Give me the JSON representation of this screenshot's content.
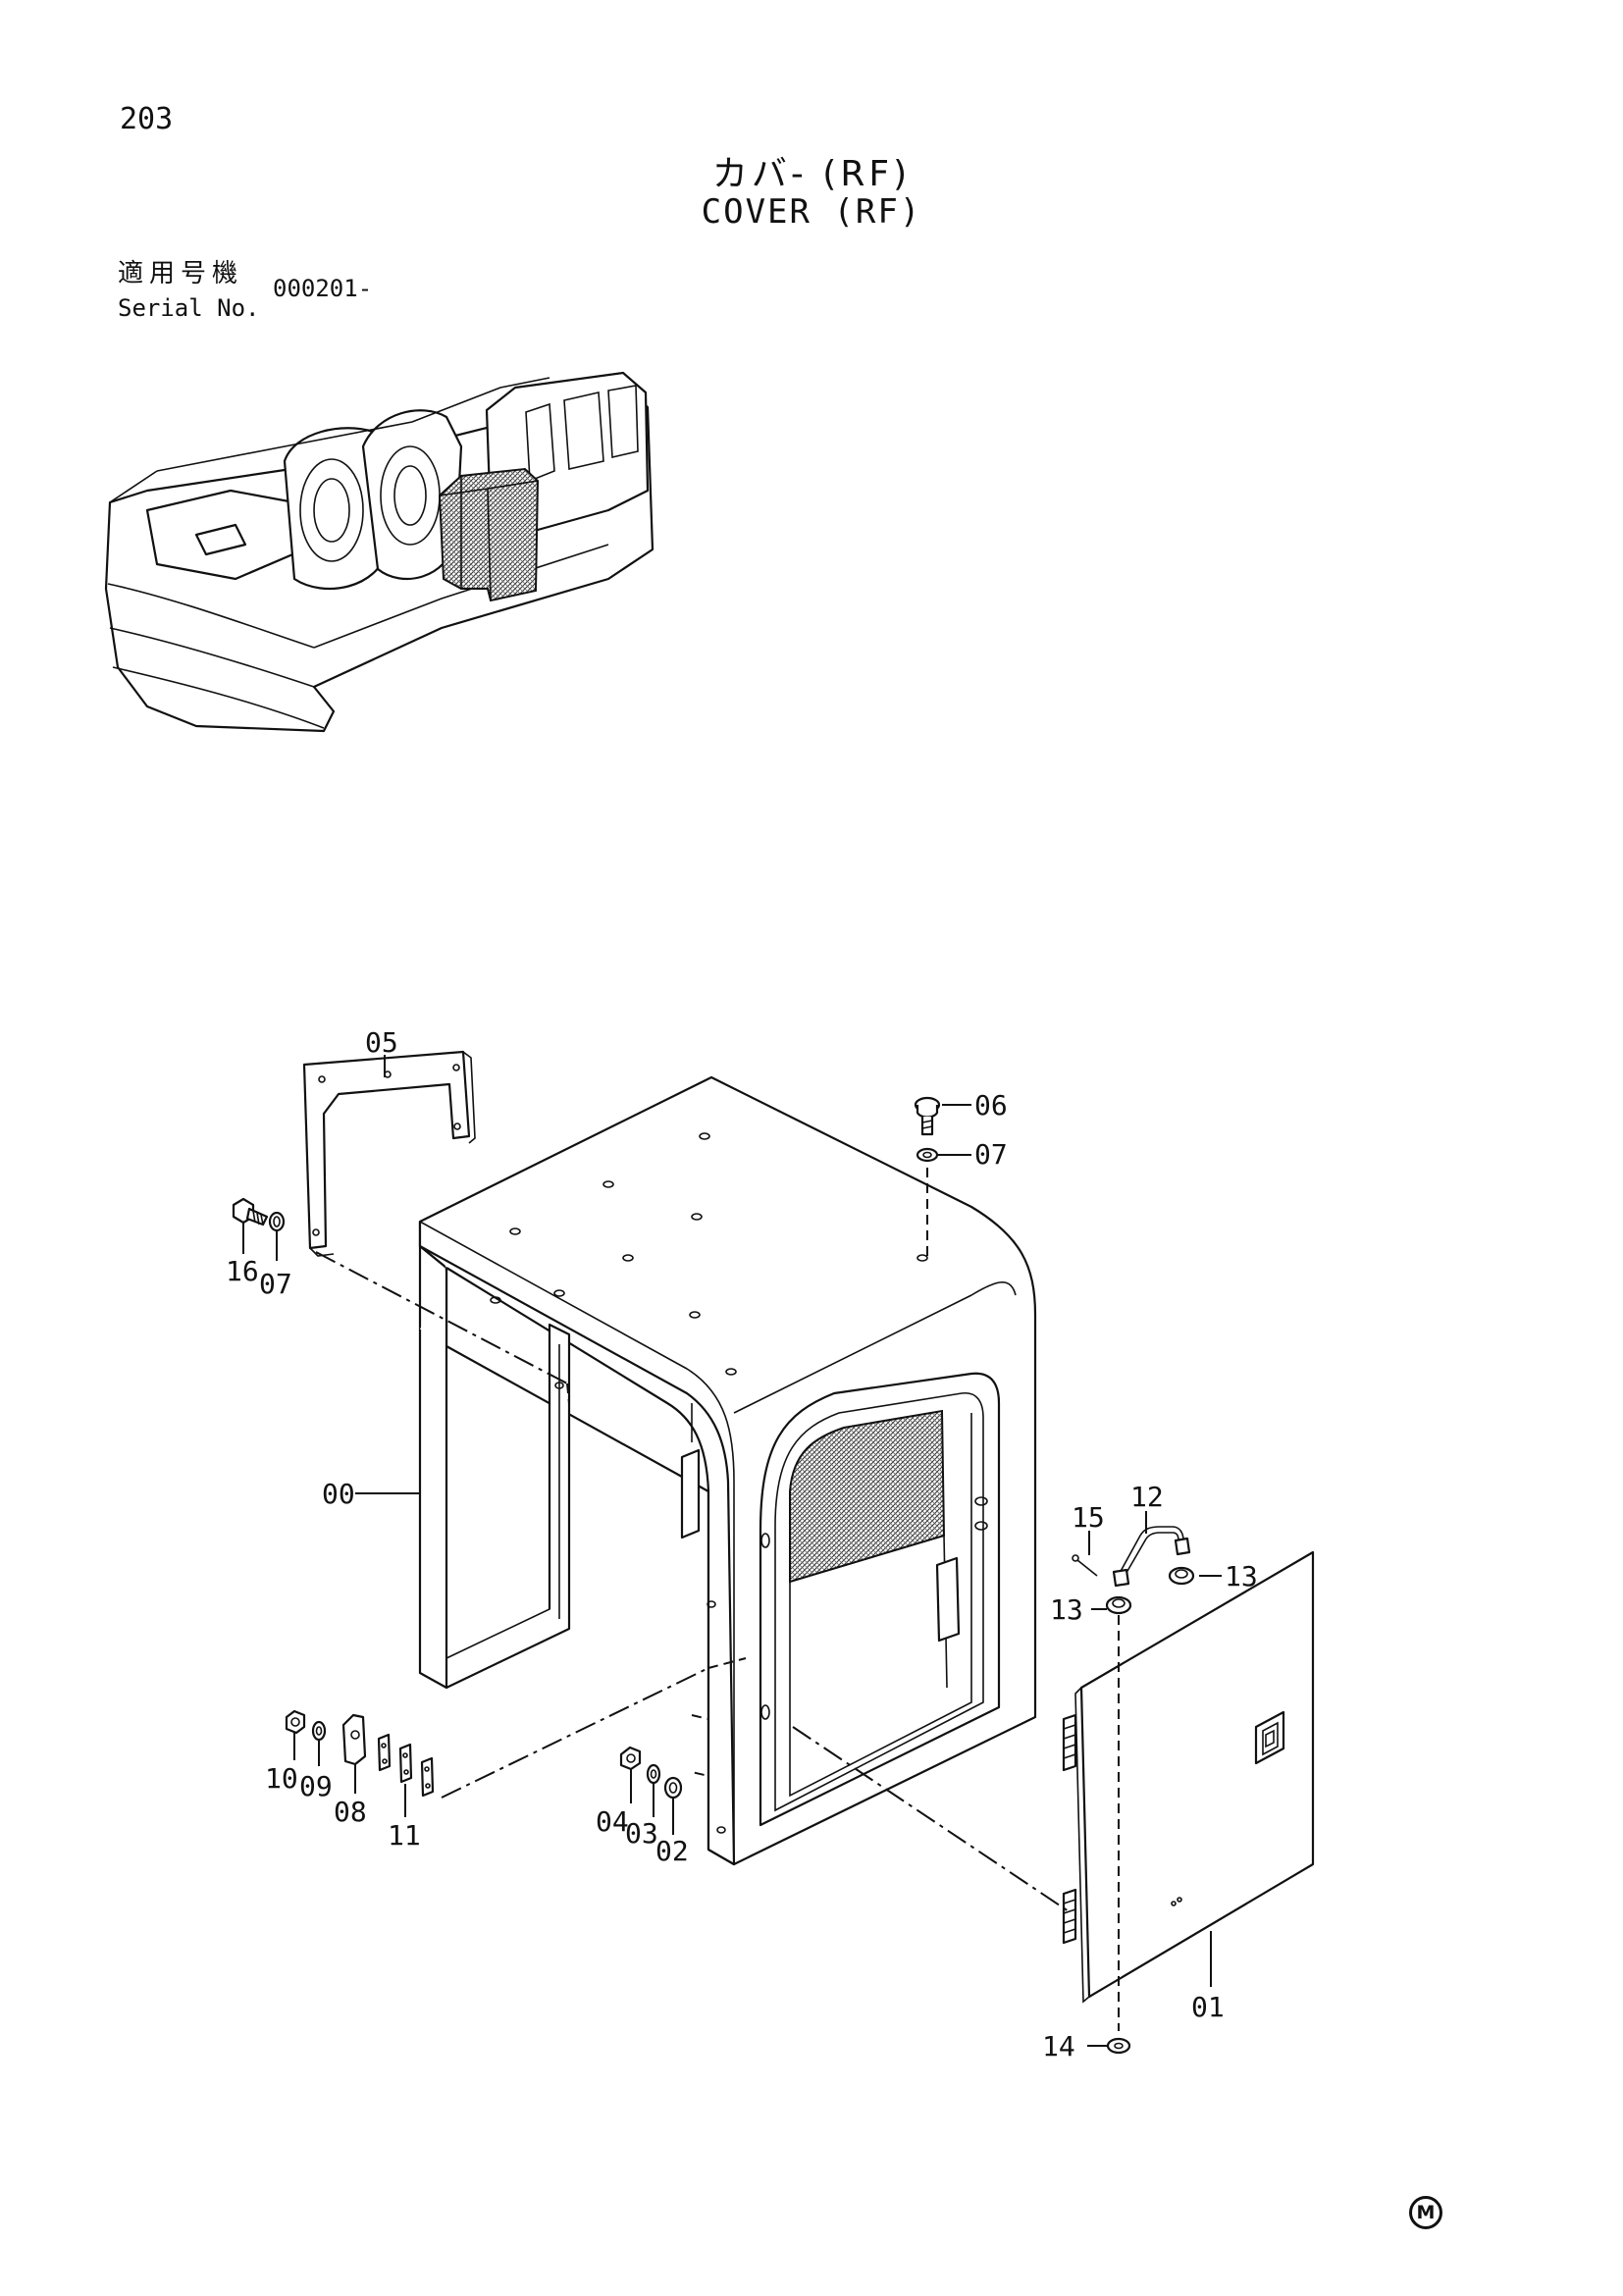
{
  "page_number": "203",
  "title_jp": "カバ- (RF)",
  "title_en": "COVER (RF)",
  "serial": {
    "label_jp": "適用号機",
    "label_en": "Serial No.",
    "value": "000201-"
  },
  "parts": {
    "p00": "00",
    "p01": "01",
    "p02": "02",
    "p03": "03",
    "p04": "04",
    "p05": "05",
    "p06": "06",
    "p07a": "07",
    "p07b": "07",
    "p08": "08",
    "p09": "09",
    "p10": "10",
    "p11": "11",
    "p12": "12",
    "p13a": "13",
    "p13b": "13",
    "p14": "14",
    "p15": "15",
    "p16": "16"
  },
  "maker_mark": "M"
}
